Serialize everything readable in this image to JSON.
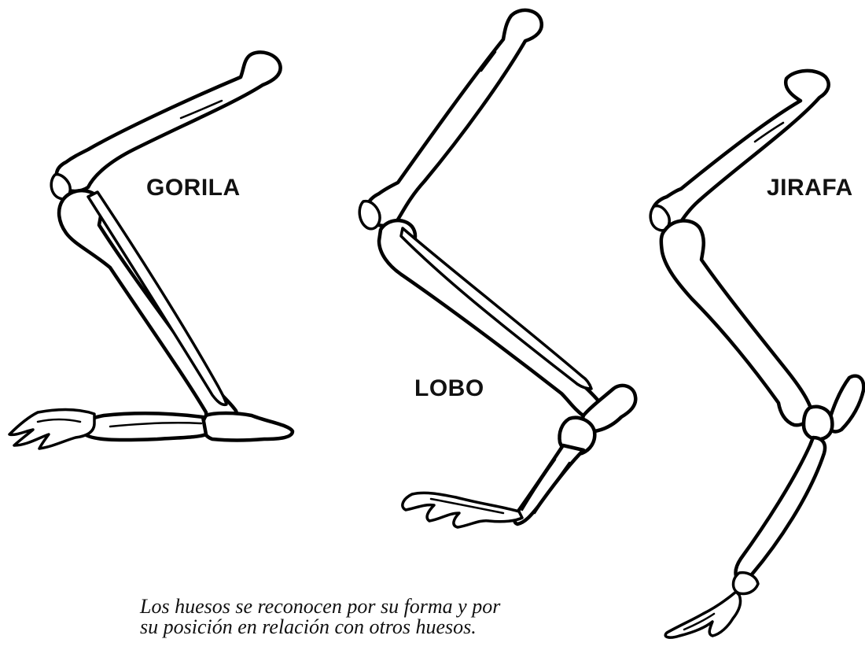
{
  "labels": {
    "gorila": "GORILA",
    "lobo": "LOBO",
    "jirafa": "JIRAFA"
  },
  "caption": {
    "line1": "Los huesos se reconocen por su  forma y por",
    "line2": "su posición en relación con otros huesos."
  },
  "colors": {
    "stroke": "#000000",
    "fill": "#ffffff"
  }
}
